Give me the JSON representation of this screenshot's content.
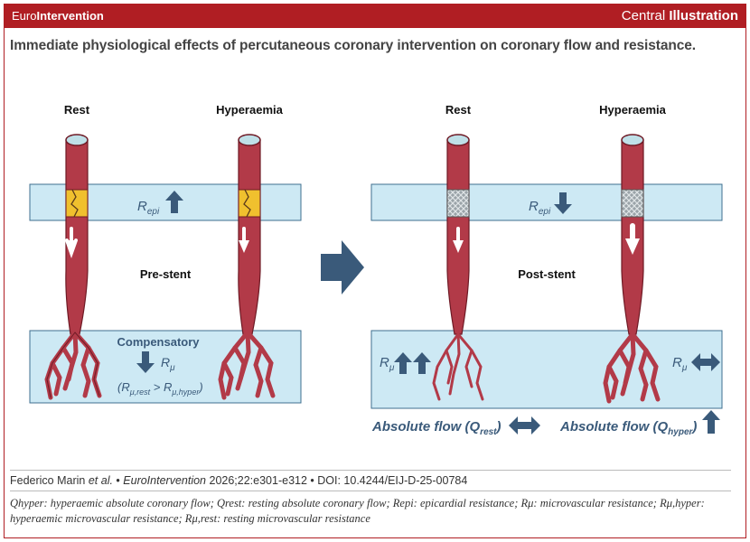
{
  "header": {
    "brand_light": "Euro",
    "brand_bold": "Intervention",
    "central_light": "Central ",
    "central_bold": "Illustration"
  },
  "title": "Immediate physiological effects of percutaneous coronary intervention on coronary flow and resistance.",
  "left_panel": {
    "rest_label": "Rest",
    "hyper_label": "Hyperaemia",
    "repi_symbol": "R",
    "repi_sub": "epi",
    "stage_label": "Pre-stent",
    "compensatory_label": "Compensatory",
    "rmu_symbol": "R",
    "rmu_sub": "μ",
    "relation_open": "(R",
    "relation_rest_sub": "μ,rest",
    "relation_gt": " > R",
    "relation_hyper_sub": "μ,hyper",
    "relation_close": ")"
  },
  "right_panel": {
    "rest_label": "Rest",
    "hyper_label": "Hyperaemia",
    "repi_symbol": "R",
    "repi_sub": "epi",
    "stage_label": "Post-stent",
    "rmu_left_symbol": "R",
    "rmu_left_sub": "μ",
    "rmu_right_symbol": "R",
    "rmu_right_sub": "μ",
    "flow_rest_main": "Absolute flow (Q",
    "flow_rest_sub": "rest",
    "flow_rest_close": ")",
    "flow_hyper_main": "Absolute flow (Q",
    "flow_hyper_sub": "hyper",
    "flow_hyper_close": ")"
  },
  "citation": {
    "author": "Federico Marin ",
    "etal": "et al.",
    "sep": " • ",
    "journal": "EuroIntervention",
    "rest": " 2026;22:e301-e312 • DOI: 10.4244/EIJ-D-25-00784"
  },
  "legend_text": "Qhyper: hyperaemic absolute coronary flow; Qrest: resting absolute coronary flow; Repi: epicardial resistance; Rμ: microvascular resistance; Rμ,hyper: hyperaemic microvascular resistance; Rμ,rest: resting microvascular resistance",
  "colors": {
    "brand_red": "#b01e23",
    "vessel": "#b23a48",
    "vessel_dark": "#7e1f2b",
    "band_fill": "#cde9f4",
    "arrow_navy": "#3a5a7a",
    "plaque": "#f0c02e"
  }
}
